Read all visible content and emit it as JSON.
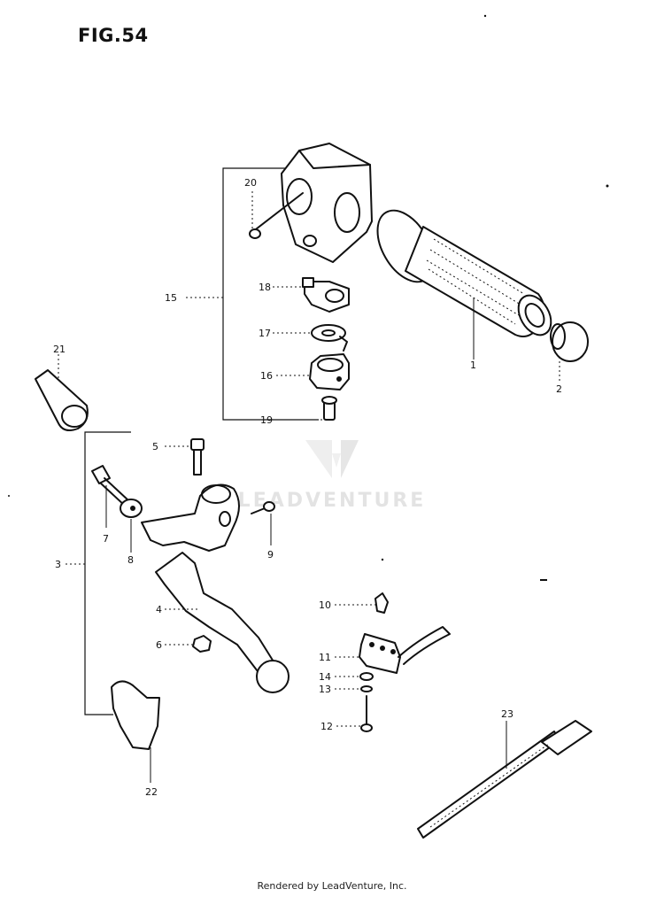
{
  "figure": {
    "title": "FIG.54"
  },
  "watermark": "LEADVENTURE",
  "footer": "Rendered by LeadVenture, Inc.",
  "callouts": {
    "p1": "1",
    "p2": "2",
    "p3": "3",
    "p4": "4",
    "p5": "5",
    "p6": "6",
    "p7": "7",
    "p8": "8",
    "p9": "9",
    "p10": "10",
    "p11": "11",
    "p12": "12",
    "p13": "13",
    "p14": "14",
    "p15": "15",
    "p16": "16",
    "p17": "17",
    "p18": "18",
    "p19": "19",
    "p20": "20",
    "p21": "21",
    "p22": "22",
    "p23": "23"
  }
}
